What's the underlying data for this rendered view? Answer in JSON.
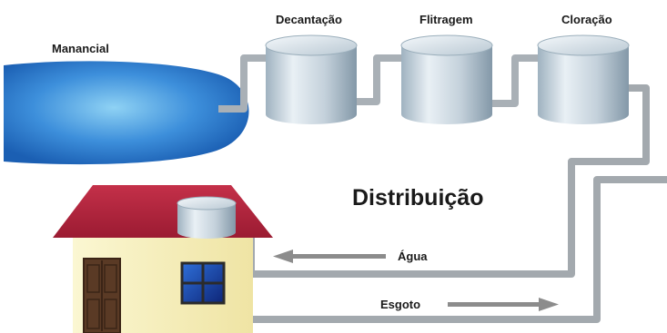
{
  "labels": {
    "source": "Manancial",
    "stage1": "Decantação",
    "stage2": "Flitragem",
    "stage3": "Cloração",
    "title": "Distribuição",
    "water": "Água",
    "sewage": "Esgoto"
  },
  "colors": {
    "source_fill": "#1f6fc4",
    "tank_fill": "#cdd9e2",
    "pipe": "#a9b0b6",
    "roof": "#b0223a",
    "wall": "#f7f0b8",
    "door": "#5a3a25",
    "window": "#16338f",
    "arrow": "#8c8c8c"
  }
}
